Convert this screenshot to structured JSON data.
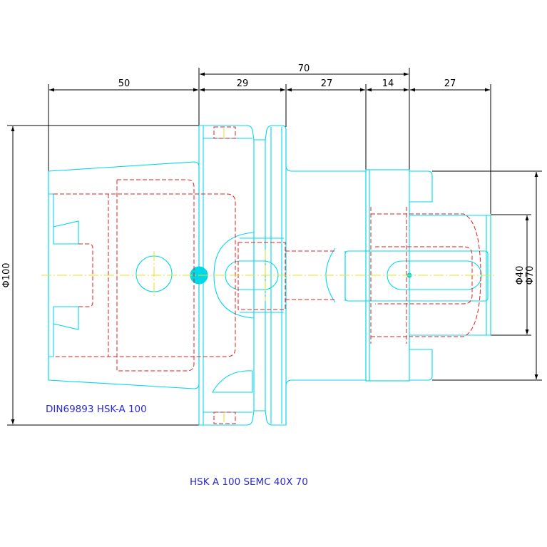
{
  "colors": {
    "outline": "#00d8e8",
    "hidden": "#e81c1c",
    "centerline": "#e6e61a",
    "dimension": "#000000",
    "title": "#2b2bd6"
  },
  "dimensions": {
    "overall_70": "70",
    "taper_50": "50",
    "flange_29": "29",
    "neck_27": "27",
    "collar_14": "14",
    "bore_27": "27",
    "dia_100": "Φ100",
    "dia_40": "Φ40",
    "dia_70": "Φ70"
  },
  "labels": {
    "spec": "DIN69893 HSK-A 100",
    "part": "HSK A 100 SEMC 40X 70"
  }
}
